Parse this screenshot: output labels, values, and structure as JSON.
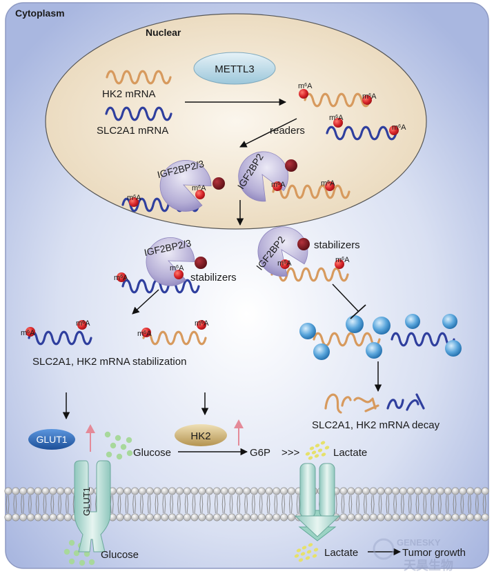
{
  "compartments": {
    "cytoplasm": "Cytoplasm",
    "nuclear": "Nuclear"
  },
  "proteins": {
    "writer": "METTL3",
    "reader_a": "IGF2BP2/3",
    "reader_b": "IGF2BP2",
    "glut1": "GLUT1",
    "hk2": "HK2"
  },
  "mrna": {
    "hk2": "HK2 mRNA",
    "slc2a1": "SLC2A1 mRNA"
  },
  "mods": {
    "m6a_a": "m",
    "m6a_sup": "6",
    "m6a_b": "A"
  },
  "labels": {
    "readers": "readers",
    "stabilizers": "stabilizers",
    "stabilization": "SLC2A1, HK2 mRNA stabilization",
    "decay": "SLC2A1, HK2 mRNA decay",
    "glucose": "Glucose",
    "g6p": "G6P",
    "chevrons": ">>>",
    "lactate": "Lactate",
    "tumor": "Tumor growth"
  },
  "watermark": {
    "en": "GENESKY",
    "cn": "天昊生物"
  },
  "colors": {
    "cell_bg": "#b8c4e6",
    "nucleus": "#f2e8d6",
    "hk2_wave": "#d79a5e",
    "slc_wave": "#2f3f9e",
    "m6a_dot": "#d8252a",
    "reader": "#b6afd6",
    "stabilizer": "#7b1a22",
    "glut1": "#2b66b8",
    "hk2_pill": "#c9ac6a",
    "up_arrow": "#e48a98",
    "glucose": "#a8d89c",
    "lactate": "#e6e16a",
    "membrane": "#9a9a9a",
    "decay_ball": "#2e86c8"
  }
}
